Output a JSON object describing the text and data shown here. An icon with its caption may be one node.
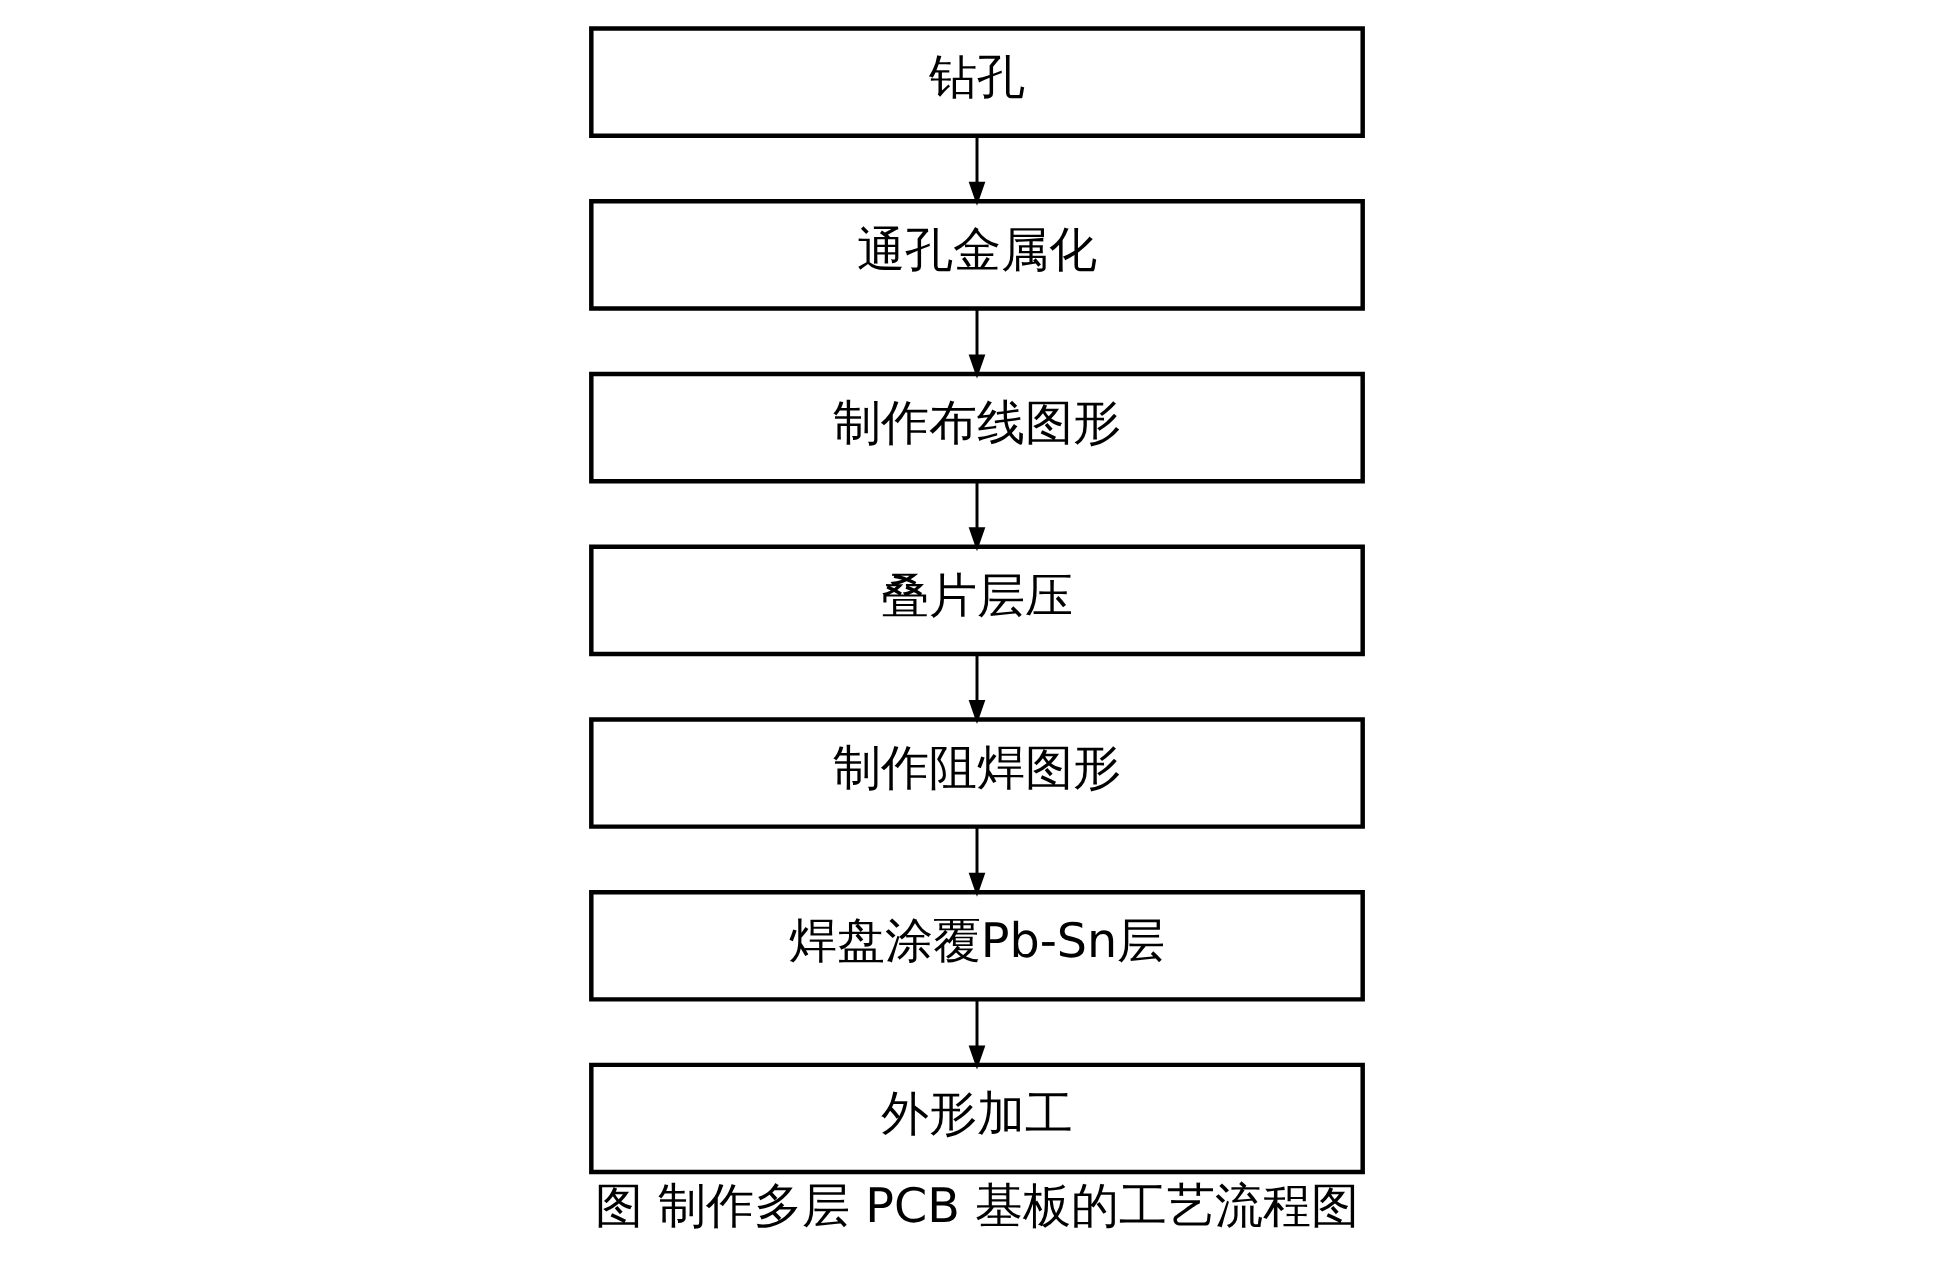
{
  "diagram": {
    "caption": "图 制作多层 PCB 基板的工艺流程图",
    "nodes": [
      {
        "text": [
          "钻孔"
        ]
      },
      {
        "text": [
          "通孔金属化"
        ]
      },
      {
        "text": [
          "制作布线图形"
        ]
      },
      {
        "text": [
          "叠片层压"
        ]
      },
      {
        "text": [
          "制作阻焊图形"
        ]
      },
      {
        "text": [
          "焊盘涂覆Pb-Sn层"
        ]
      },
      {
        "text": [
          "外形加工"
        ]
      }
    ],
    "edges": [
      {
        "from": 0,
        "to": 1,
        "arrow": "to"
      },
      {
        "from": 1,
        "to": 2,
        "arrow": "to"
      },
      {
        "from": 2,
        "to": 3,
        "arrow": "to"
      },
      {
        "from": 3,
        "to": 4,
        "arrow": "to"
      },
      {
        "from": 4,
        "to": 5,
        "arrow": "to"
      },
      {
        "from": 5,
        "to": 6,
        "arrow": "to"
      }
    ]
  }
}
